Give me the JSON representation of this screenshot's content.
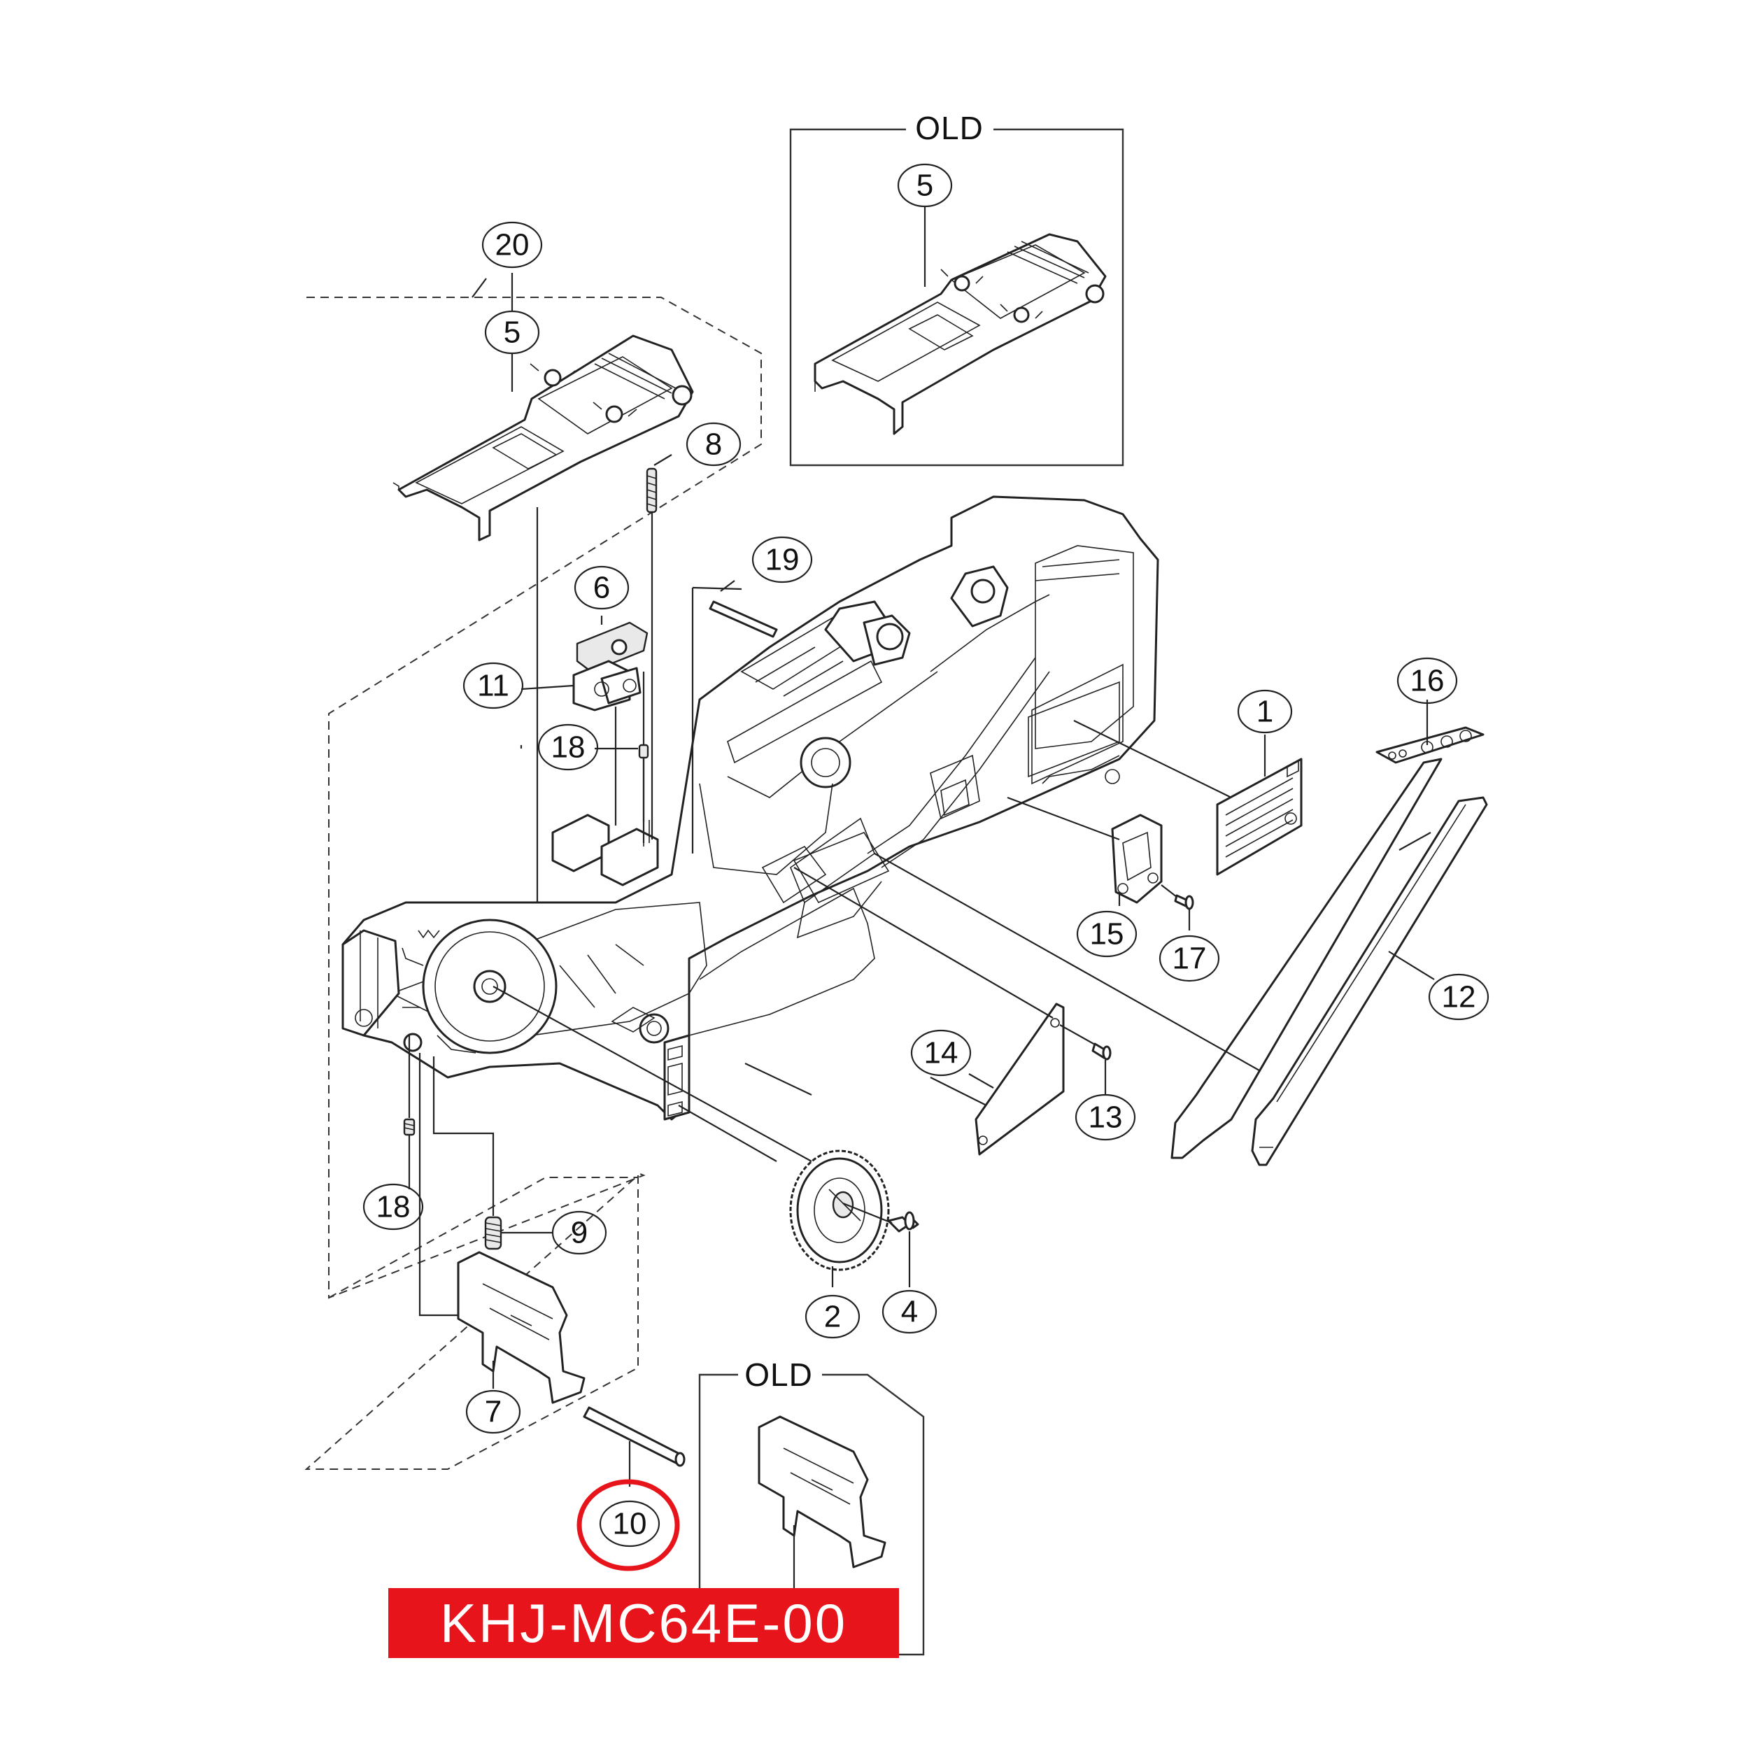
{
  "diagram": {
    "callouts": [
      {
        "id": "c1",
        "label": "1"
      },
      {
        "id": "c2",
        "label": "2"
      },
      {
        "id": "c4",
        "label": "4"
      },
      {
        "id": "c5a",
        "label": "5"
      },
      {
        "id": "c5b",
        "label": "5"
      },
      {
        "id": "c6",
        "label": "6"
      },
      {
        "id": "c7",
        "label": "7"
      },
      {
        "id": "c8",
        "label": "8"
      },
      {
        "id": "c9",
        "label": "9"
      },
      {
        "id": "c10",
        "label": "10"
      },
      {
        "id": "c11",
        "label": "11"
      },
      {
        "id": "c12",
        "label": "12"
      },
      {
        "id": "c13",
        "label": "13"
      },
      {
        "id": "c14",
        "label": "14"
      },
      {
        "id": "c15",
        "label": "15"
      },
      {
        "id": "c16",
        "label": "16"
      },
      {
        "id": "c17",
        "label": "17"
      },
      {
        "id": "c18a",
        "label": "18"
      },
      {
        "id": "c18b",
        "label": "18"
      },
      {
        "id": "c19",
        "label": "19"
      },
      {
        "id": "c20",
        "label": "20"
      }
    ],
    "old_boxes": [
      {
        "id": "old-top",
        "label": "OLD"
      },
      {
        "id": "old-bottom",
        "label": "OLD"
      }
    ],
    "highlight": {
      "part_code": "KHJ-MC64E-00",
      "circled_callout": "10",
      "accent_color": "#e8141b"
    }
  }
}
